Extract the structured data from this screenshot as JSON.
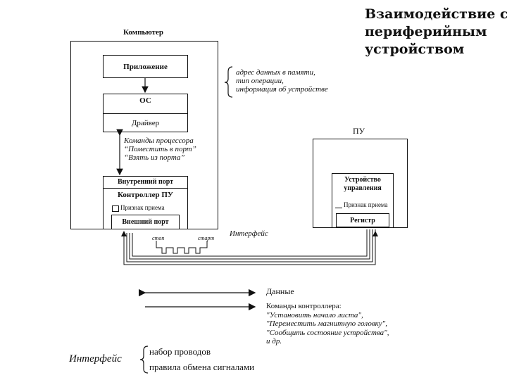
{
  "title": [
    "Взаимодействие с",
    "периферийным",
    "устройством"
  ],
  "computer": {
    "label": "Компьютер",
    "app": "Приложение",
    "os": "ОС",
    "driver": "Драйвер",
    "internal_port": "Внутренний порт",
    "controller": "Контроллер ПУ",
    "receive_flag": "Признак приема",
    "external_port": "Внешний порт"
  },
  "app_note": [
    "адрес данных в памяти,",
    "тип операции,",
    "информация об устройстве"
  ],
  "cpu_commands": [
    "Команды процессора",
    "“Поместить в порт”",
    "“Взять из порта”"
  ],
  "device": {
    "label": "ПУ",
    "control_unit": [
      "Устройство",
      "управления"
    ],
    "receive_flag": "Признак приема",
    "register": "Регистр"
  },
  "interface_label": "Интерфейс",
  "signal": {
    "stop": "стоп",
    "start": "старт"
  },
  "legend": {
    "data": "Данные",
    "controller_commands": [
      "Команды контроллера:",
      "\"Установить начало листа\",",
      "\"Переместить магнитную головку\",",
      "\"Сообщить состояние устройства\",",
      "и др."
    ]
  },
  "interface_def": {
    "term": "Интерфейс",
    "items": [
      "набор проводов",
      "правила обмена сигналами"
    ]
  }
}
